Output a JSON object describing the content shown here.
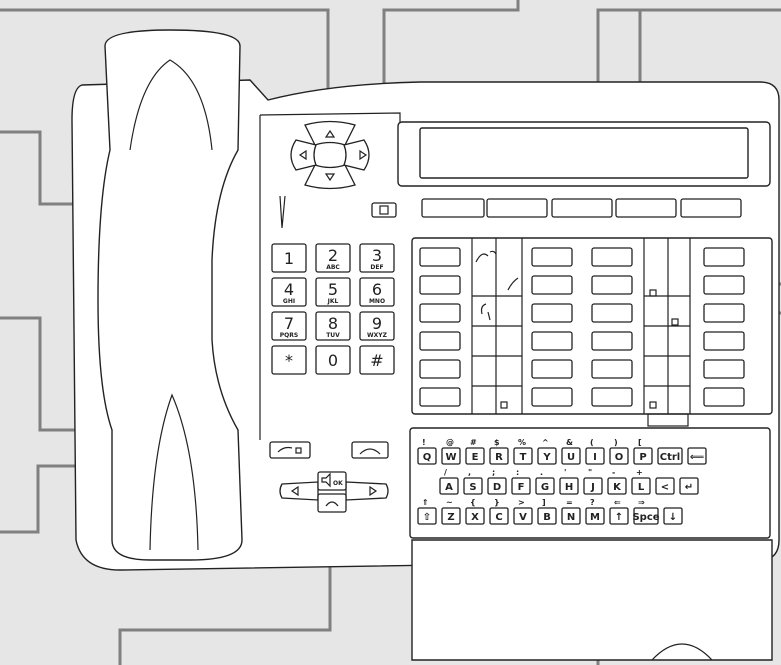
{
  "dialpad": [
    {
      "num": "1",
      "letters": ""
    },
    {
      "num": "2",
      "letters": "ABC"
    },
    {
      "num": "3",
      "letters": "DEF"
    },
    {
      "num": "4",
      "letters": "GHI"
    },
    {
      "num": "5",
      "letters": "JKL"
    },
    {
      "num": "6",
      "letters": "MNO"
    },
    {
      "num": "7",
      "letters": "PQRS"
    },
    {
      "num": "8",
      "letters": "TUV"
    },
    {
      "num": "9",
      "letters": "WXYZ"
    },
    {
      "num": "*",
      "letters": ""
    },
    {
      "num": "0",
      "letters": ""
    },
    {
      "num": "#",
      "letters": ""
    }
  ],
  "keyboard": {
    "row1": {
      "keys": [
        "Q",
        "W",
        "E",
        "R",
        "T",
        "Y",
        "U",
        "I",
        "O",
        "P",
        "Ctrl",
        "⟸"
      ],
      "symbols": [
        "!",
        "@",
        "#",
        "$",
        "%",
        "^",
        "&",
        "(",
        ")",
        "[",
        "",
        ""
      ]
    },
    "row2": {
      "keys": [
        "A",
        "S",
        "D",
        "F",
        "G",
        "H",
        "J",
        "K",
        "L",
        "<",
        "↵"
      ],
      "symbols": [
        "/",
        ",",
        ";",
        ":",
        ".",
        "'",
        "\"",
        "-",
        "+",
        "",
        ""
      ]
    },
    "row3": {
      "keys": [
        "⇧",
        "Z",
        "X",
        "C",
        "V",
        "B",
        "N",
        "M",
        "↑",
        "Spce",
        "↓"
      ],
      "symbols": [
        "⇑",
        "~",
        "{",
        "}",
        ">",
        "]",
        "=",
        "?",
        "⇐",
        "⇒",
        ""
      ]
    }
  },
  "nav": {
    "ok_label": "OK"
  },
  "icons": {
    "nav_up": "triangle-up-icon",
    "nav_down": "triangle-down-icon",
    "nav_left": "triangle-left-icon",
    "nav_right": "triangle-right-icon",
    "volume": "speaker-icon",
    "hangup": "handset-down-icon",
    "pickup": "handset-up-icon",
    "redial": "redial-icon",
    "mute": "mute-icon"
  }
}
